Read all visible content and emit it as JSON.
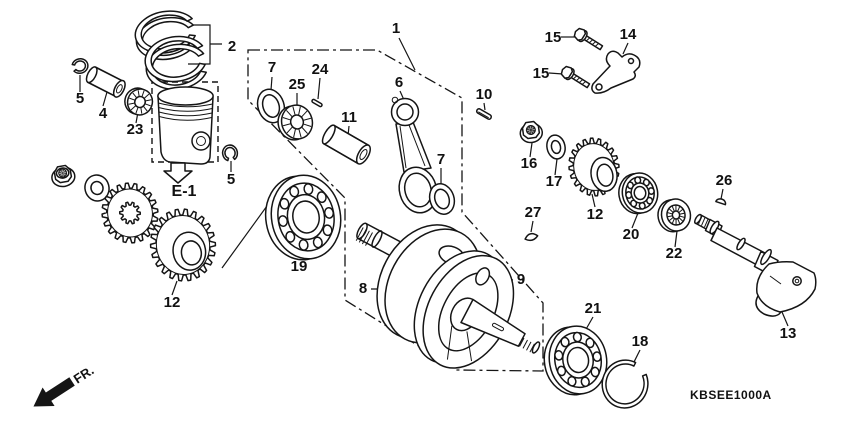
{
  "labels": {
    "frame_ref": "E-1",
    "direction": "FR.",
    "diagram_code": "KBSEE1000A"
  },
  "callouts": {
    "1": "1",
    "2": "2",
    "4": "4",
    "5": "5",
    "6": "6",
    "7": "7",
    "8": "8",
    "9": "9",
    "10": "10",
    "11": "11",
    "12": "12",
    "13": "13",
    "14": "14",
    "15": "15",
    "16": "16",
    "17": "17",
    "18": "18",
    "19": "19",
    "20": "20",
    "21": "21",
    "22": "22",
    "23": "23",
    "24": "24",
    "25": "25",
    "26": "26",
    "27": "27"
  },
  "colors": {
    "line": "#151515",
    "background": "#ffffff"
  }
}
